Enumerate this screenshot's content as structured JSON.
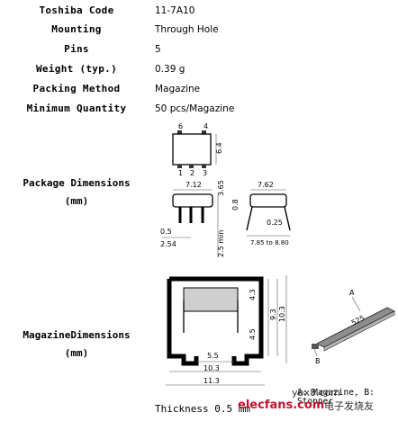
{
  "specs": [
    {
      "label": "Toshiba Code",
      "value": "11-7A10"
    },
    {
      "label": "Mounting",
      "value": "Through Hole"
    },
    {
      "label": "Pins",
      "value": "5"
    },
    {
      "label": "Weight (typ.)",
      "value": "0.39 g"
    },
    {
      "label": "Packing Method",
      "value": "Magazine"
    },
    {
      "label": "Minimum Quantity",
      "value": "50 pcs/Magazine"
    }
  ],
  "package": {
    "section_label_1": "Package Dimensions",
    "section_label_2": "(mm)",
    "pin_numbers_top": [
      "6",
      "4"
    ],
    "pin_numbers_bottom": [
      "1",
      "2",
      "3"
    ],
    "dims": {
      "height_top": "6.4",
      "width_body": "7.12",
      "height_body": "3.65",
      "lead_gap": "0.8",
      "lead_width": "0.5",
      "pitch": "2.54",
      "lead_length": "2.5 min",
      "side_width": "7.62",
      "side_thickness": "0.25",
      "side_span": "7.85 to 8.80"
    }
  },
  "magazine": {
    "section_label_1": "MagazineDimensions",
    "section_label_2": "(mm)",
    "dims": {
      "inner_h1": "4.3",
      "inner_h2": "4.5",
      "total_h1": "9.3",
      "total_h2": "10.3",
      "inner_w": "5.5",
      "mid_w": "10.3",
      "outer_w": "11.3",
      "length": "525"
    },
    "label_a": "A",
    "label_b": "B",
    "thickness_label": "Thickness",
    "thickness_value": "0.5 mm",
    "caption_line1": "A: Magazine, B:",
    "caption_line2": "Stopper"
  },
  "watermark": {
    "site": "ybx8.com",
    "brand": "elecfans.com",
    "cn_text": "电子发烧友"
  }
}
